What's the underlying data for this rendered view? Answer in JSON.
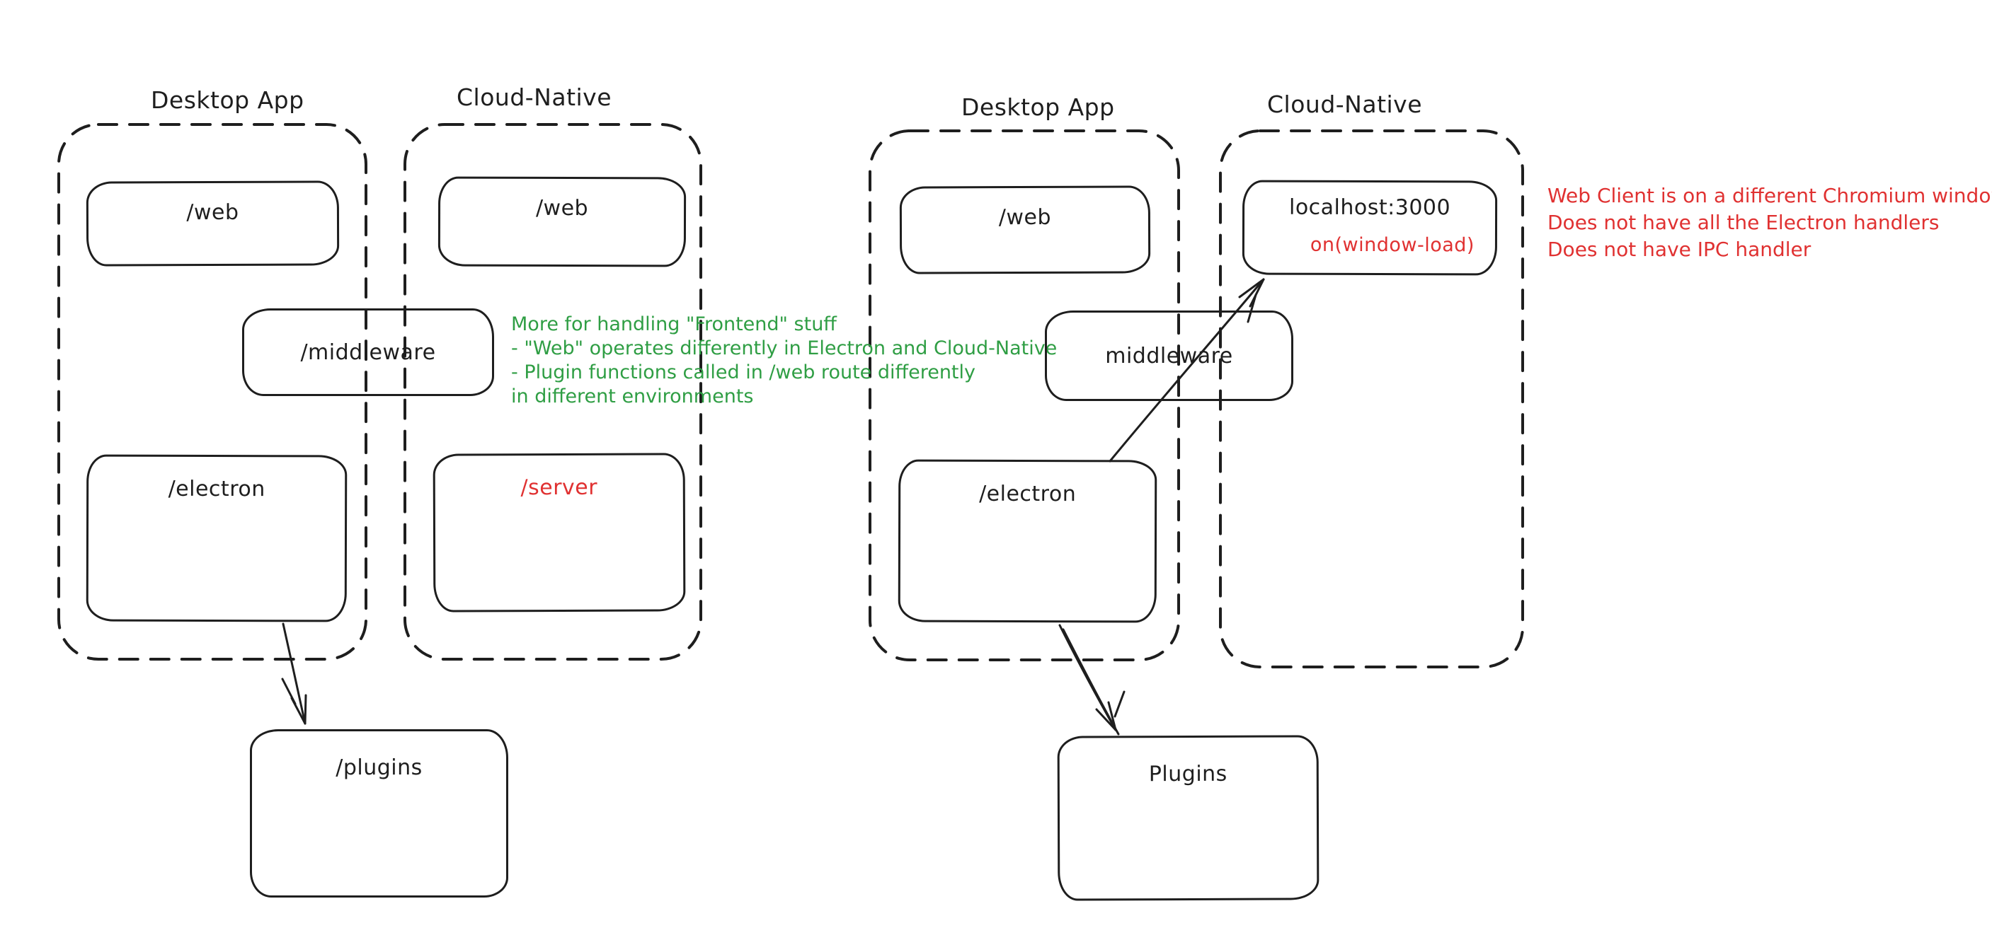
{
  "colors": {
    "ink": "#1e1e1e",
    "red": "#e03131",
    "green": "#2f9e44",
    "background": "#ffffff"
  },
  "left": {
    "desktop_label": "Desktop App",
    "cloud_label": "Cloud-Native",
    "web_desktop": "/web",
    "web_cloud": "/web",
    "middleware": "/middleware",
    "electron": "/electron",
    "server": "/server",
    "plugins": "/plugins",
    "green_note": {
      "lines": [
        "More for handling \"Frontend\" stuff",
        "- \"Web\" operates differently in Electron and Cloud-Native",
        "- Plugin functions called in /web route differently",
        "in different environments"
      ]
    }
  },
  "right": {
    "desktop_label": "Desktop App",
    "cloud_label": "Cloud-Native",
    "web_desktop": "/web",
    "localhost_title": "localhost:3000",
    "localhost_event": "on(window-load)",
    "middleware": "middleware",
    "electron": "/electron",
    "plugins": "Plugins",
    "red_note": {
      "lines": [
        "Web Client is on a different Chromium window",
        "Does not have all the Electron handlers",
        "Does not have IPC handler"
      ]
    }
  }
}
